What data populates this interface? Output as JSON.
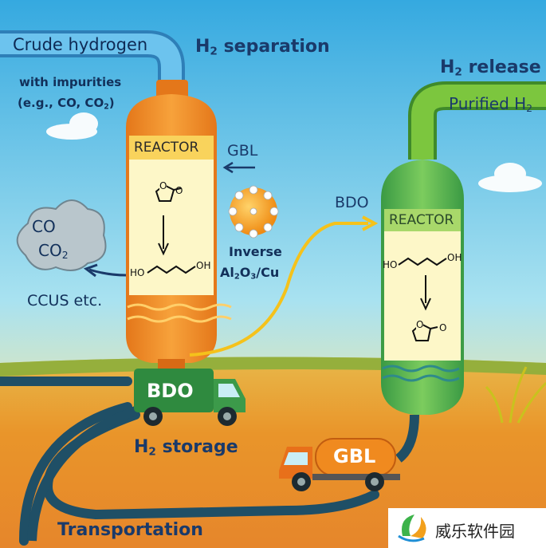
{
  "labels": {
    "crude_hydrogen": "Crude hydrogen",
    "with_impurities": "with impurities",
    "impurity_example": "(e.g., CO, CO",
    "impurity_example_sub": "2",
    "impurity_example_end": ")",
    "h2_separation_h": "H",
    "h2_separation_sub": "2",
    "h2_separation_text": " separation",
    "h2_release_h": "H",
    "h2_release_sub": "2",
    "h2_release_text": " release",
    "purified_h2": "Purified H",
    "purified_h2_sub": "2",
    "reactor_left": "REACTOR",
    "reactor_right": "REACTOR",
    "gbl_input": "GBL",
    "bdo_output": "BDO",
    "inverse": "Inverse",
    "catalyst": "Al",
    "catalyst_sub1": "2",
    "catalyst_mid": "O",
    "catalyst_sub2": "3",
    "catalyst_end": "/Cu",
    "cloud_co": "CO",
    "cloud_co2": "CO",
    "cloud_co2_sub": "2",
    "ccus": "CCUS etc.",
    "truck_bdo": "BDO",
    "h2_storage_h": "H",
    "h2_storage_sub": "2",
    "h2_storage_text": " storage",
    "truck_gbl": "GBL",
    "transportation": "Transportation",
    "watermark": "威乐软件园"
  },
  "molecules": {
    "bdo_left_ho": "HO",
    "bdo_left_oh": "OH",
    "bdo_right_ho": "HO",
    "bdo_right_oh": "OH",
    "gbl_o_left": "O",
    "gbl_o_right": "O"
  },
  "colors": {
    "reactor_left": "#f08a1f",
    "reactor_right": "#4aa84a",
    "sky_top": "#2fa7df",
    "ground": "#e9972a",
    "road": "#1f4f66",
    "pipe_blue": "#5cb8e6",
    "pipe_green": "#6cbd3a",
    "arrow_yellow": "#f5c21b"
  }
}
